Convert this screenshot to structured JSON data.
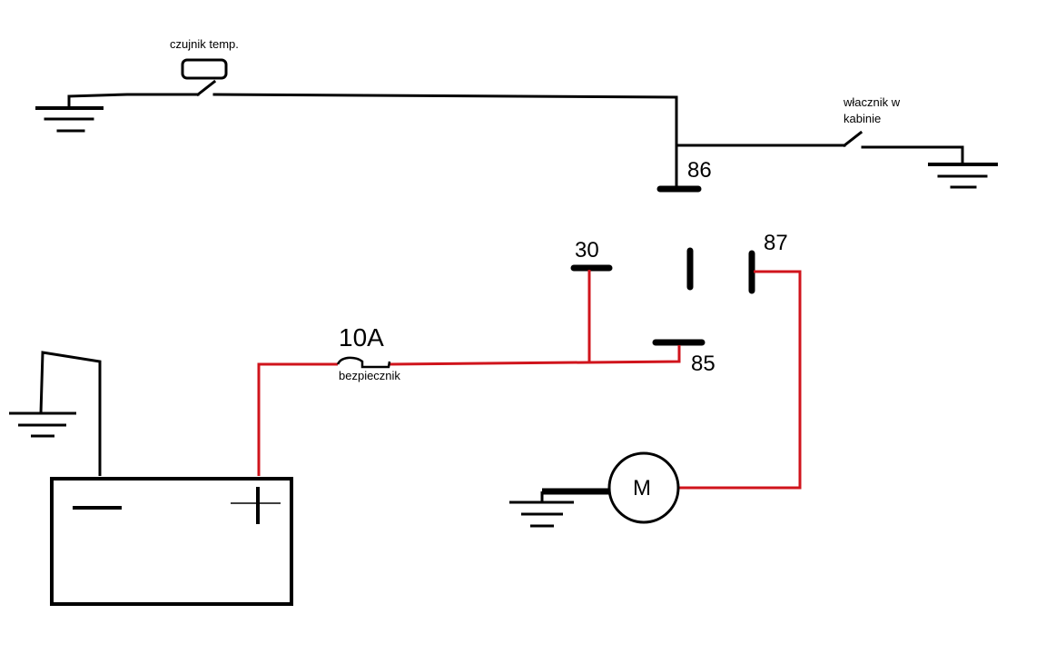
{
  "labels": {
    "temp_sensor": "czujnik temp.",
    "cabin_switch_line1": "włacznik w",
    "cabin_switch_line2": "kabinie",
    "fuse_rating": "10A",
    "fuse": "bezpiecznik",
    "motor": "M",
    "pin_86": "86",
    "pin_30": "30",
    "pin_87": "87",
    "pin_85": "85"
  },
  "colors": {
    "wire": "#000000",
    "power_wire": "#d0141c"
  }
}
